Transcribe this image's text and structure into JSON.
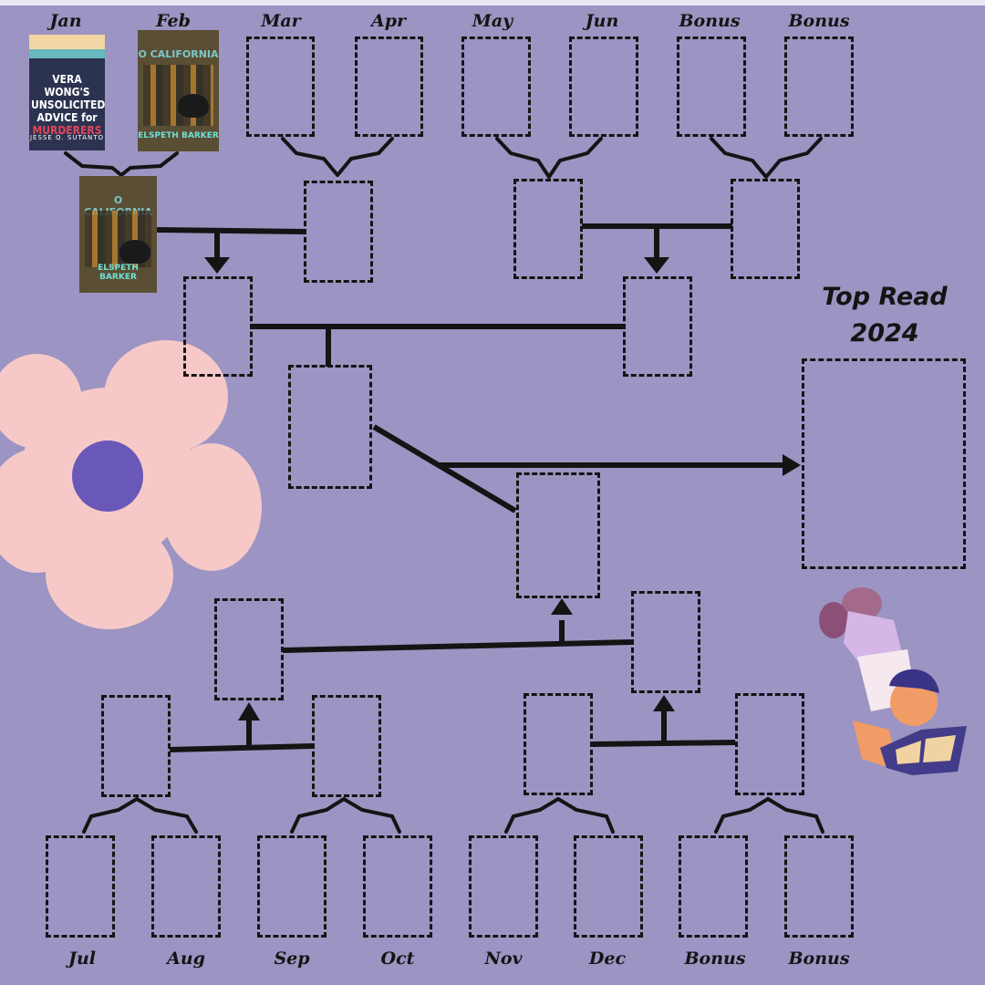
{
  "labels": {
    "top": [
      "Jan",
      "Feb",
      "Mar",
      "Apr",
      "May",
      "Jun",
      "Bonus",
      "Bonus"
    ],
    "bottom": [
      "Jul",
      "Aug",
      "Sep",
      "Oct",
      "Nov",
      "Dec",
      "Bonus",
      "Bonus"
    ]
  },
  "final": {
    "line1": "Top Read",
    "line2": "2024"
  },
  "covers": {
    "vera": {
      "title_lines": [
        "VERA WONG'S",
        "UNSOLICITED",
        "ADVICE for",
        "MURDERERS"
      ],
      "author": "JESSE Q. SUTANTO"
    },
    "california": {
      "title": "O CALIFORNIA",
      "author": "ELSPETH BARKER"
    }
  },
  "colors": {
    "background": "#9c94c2",
    "flower_petal": "#f6c9c8",
    "flower_center": "#6a58b8",
    "ink": "#141414"
  },
  "icons": [
    "flower-illustration",
    "reading-child-illustration"
  ]
}
